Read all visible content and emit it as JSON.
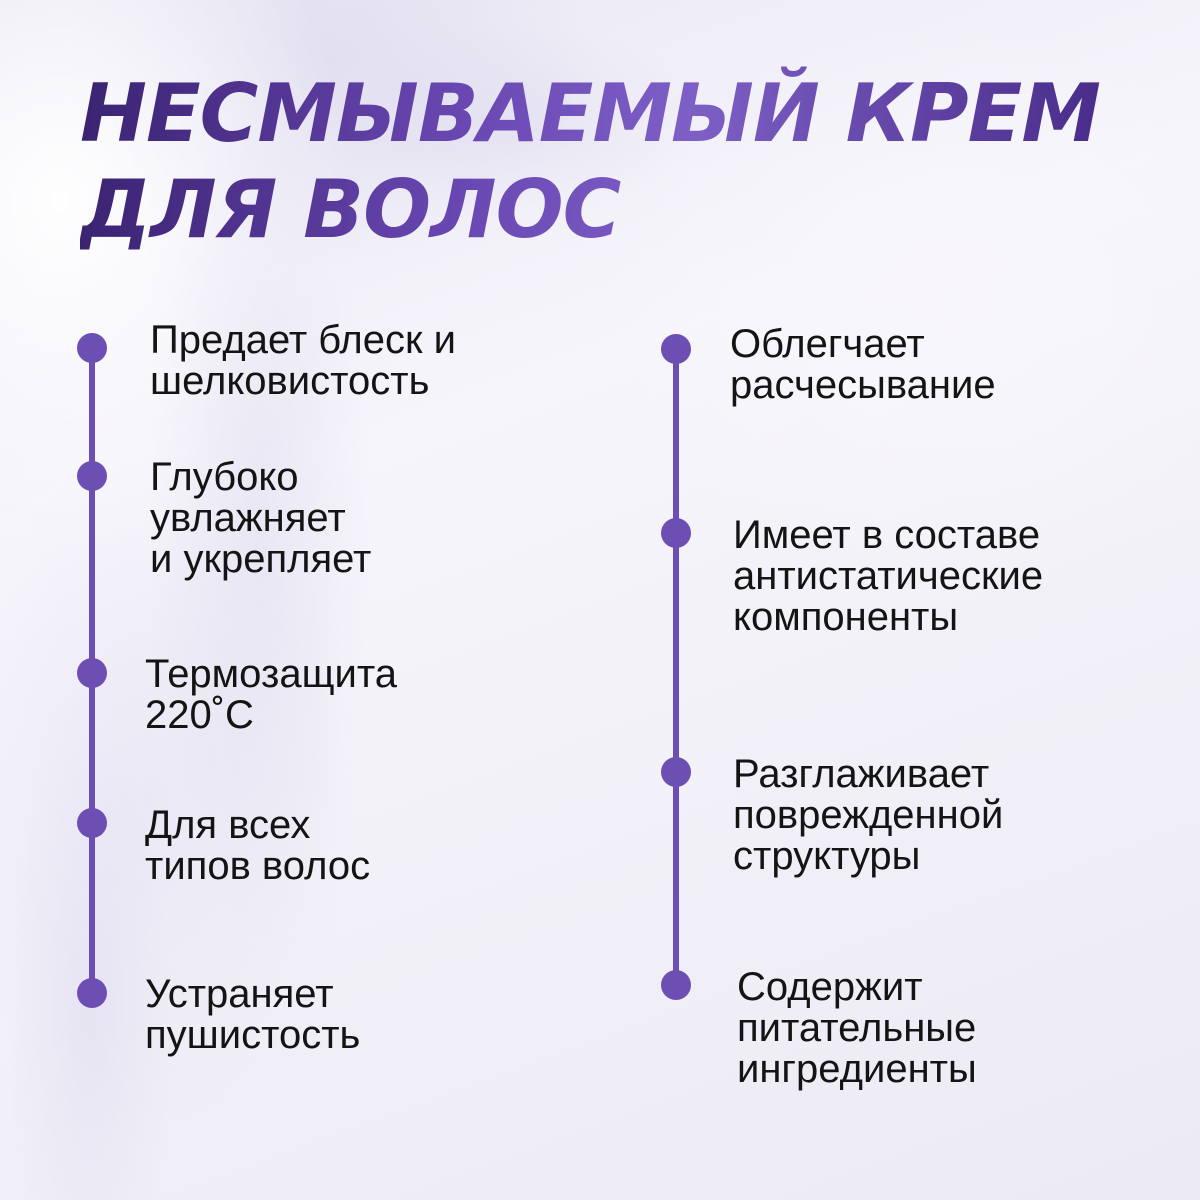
{
  "title": {
    "line1": "НЕСМЫВАЕМЫЙ КРЕМ",
    "line2": "ДЛЯ ВОЛОС"
  },
  "colors": {
    "accent": "#6d4fb4",
    "title_dark": "#3b2372",
    "title_light": "#7d5fc6",
    "text": "#141414"
  },
  "left_features": [
    {
      "text": "Предает блеск и\nшелковистость"
    },
    {
      "text": "Глубоко\nувлажняет\nи укрепляет"
    },
    {
      "text": "Термозащита\n220˚С"
    },
    {
      "text": "Для всех\nтипов волос"
    },
    {
      "text": "Устраняет\nпушистость"
    }
  ],
  "right_features": [
    {
      "text": "Облегчает\nрасчесывание"
    },
    {
      "text": "Имеет в составе\nантистатические\nкомпоненты"
    },
    {
      "text": "Разглаживает\nповрежденной\nструктуры"
    },
    {
      "text": "Содержит\nпитательные\nингредиенты"
    }
  ]
}
